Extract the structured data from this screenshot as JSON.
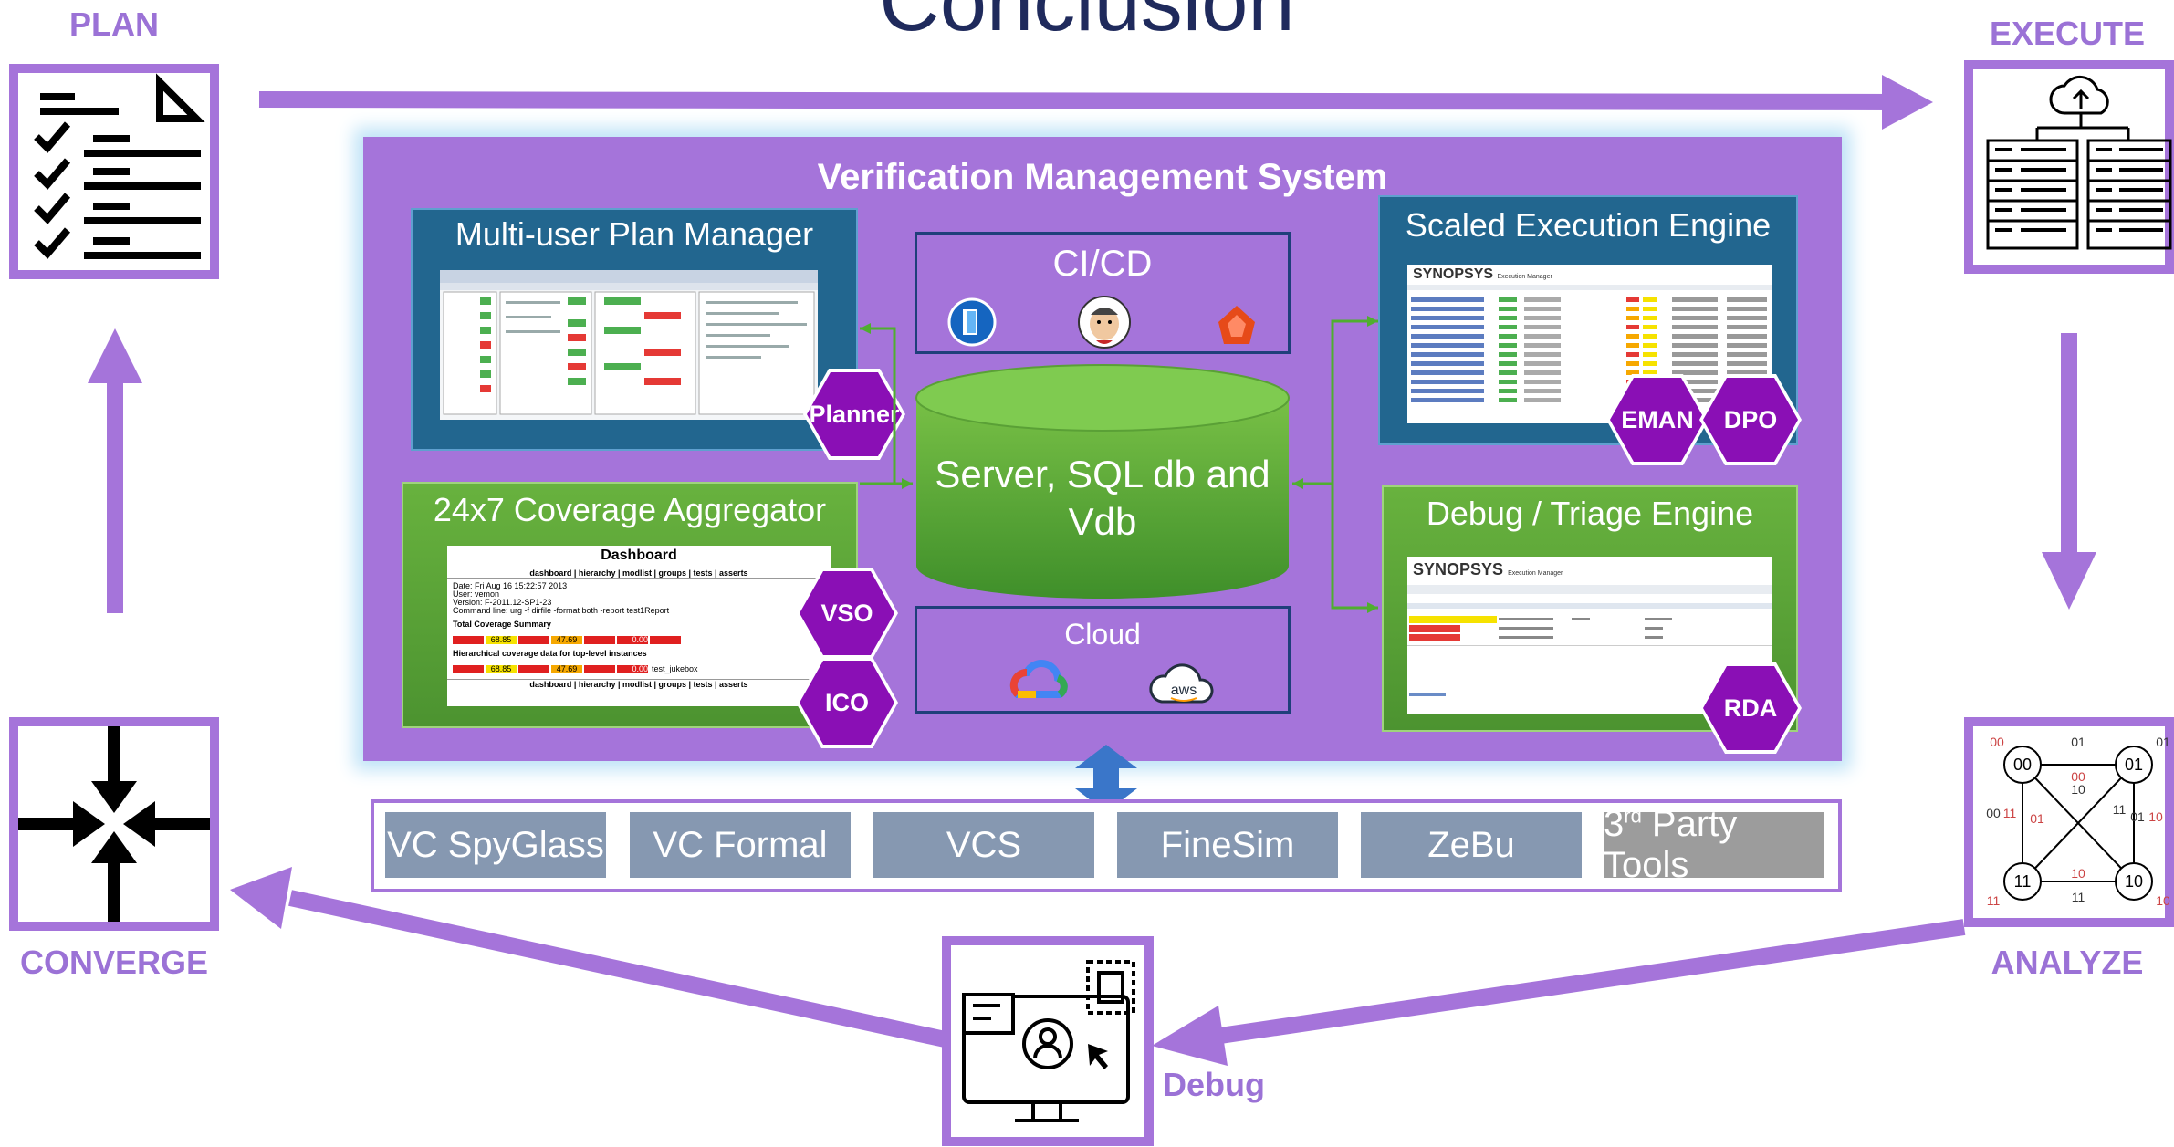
{
  "title": "Conclusion",
  "stages": {
    "plan": "PLAN",
    "execute": "EXECUTE",
    "converge": "CONVERGE",
    "analyze": "ANALYZE",
    "debug": "Debug"
  },
  "vms": {
    "title": "Verification Management System",
    "plan_manager": {
      "title": "Multi-user Plan Manager",
      "badge": "Planner"
    },
    "coverage": {
      "title": "24x7 Coverage Aggregator",
      "badges": [
        "VSO",
        "ICO"
      ],
      "dashboard": {
        "heading": "Dashboard",
        "nav": "dashboard | hierarchy | modlist | groups | tests | asserts",
        "info": [
          "Date: Fri Aug 16 15:22:57 2013",
          "User: vemon",
          "Version: F-2011.12-SP1-23",
          "Command line: urg -f dirfile -format both -report test1Report"
        ],
        "summary_title": "Total Coverage Summary",
        "hier_title": "Hierarchical coverage data for top-level instances",
        "row_values": [
          "",
          "68.85",
          "",
          "47.69",
          "",
          "0.00",
          ""
        ],
        "test_name": "test_jukebox"
      }
    },
    "cicd": {
      "title": "CI/CD"
    },
    "db": {
      "title": "Server, SQL db and Vdb"
    },
    "cloud": {
      "title": "Cloud",
      "aws": "aws"
    },
    "execution": {
      "title": "Scaled Execution Engine",
      "badges": [
        "EMAN",
        "DPO"
      ],
      "logo": "SYNOPSYS",
      "app": "Execution Manager"
    },
    "debug": {
      "title": "Debug / Triage Engine",
      "badges": [
        "RDA"
      ],
      "logo": "SYNOPSYS",
      "app": "Execution Manager"
    }
  },
  "tools": [
    "VC SpyGlass",
    "VC Formal",
    "VCS",
    "FineSim",
    "ZeBu",
    "3rd Party Tools"
  ],
  "state_graph": {
    "nodes": [
      "00",
      "01",
      "11",
      "10"
    ],
    "edge_labels": [
      "00",
      "01",
      "00",
      "10",
      "11",
      "01",
      "11",
      "01",
      "10",
      "10",
      "11",
      "11",
      "10",
      "01",
      "00"
    ]
  },
  "colors": {
    "accent": "#a574da",
    "badge": "#8a0fb5",
    "title": "#1f2a5c"
  }
}
